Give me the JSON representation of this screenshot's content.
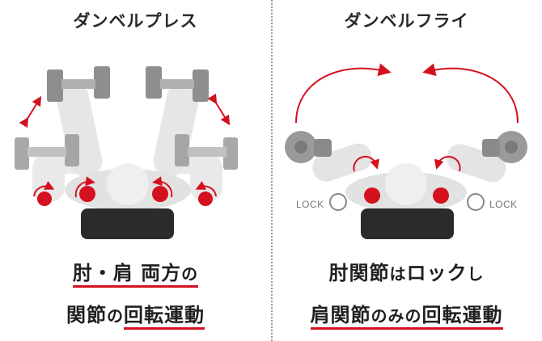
{
  "left_panel": {
    "title": "ダンベルプレス",
    "caption_line1_part1": "肘・肩",
    "caption_line1_part2": "両方",
    "caption_line1_part3": "の",
    "caption_line2_part1": "関節",
    "caption_line2_part2": "の",
    "caption_line2_part3": "回転運動"
  },
  "right_panel": {
    "title": "ダンベルフライ",
    "lock_left": "LOCK",
    "lock_right": "LOCK",
    "caption_line1_part1": "肘関節",
    "caption_line1_part2": "は",
    "caption_line1_part3": "ロック",
    "caption_line1_part4": "し",
    "caption_line2_part1": "肩関節",
    "caption_line2_part2": "のみ",
    "caption_line2_part3": "の",
    "caption_line2_part4": "回転運動"
  },
  "colors": {
    "accent_red": "#d4111e",
    "body_gray": "#e4e4e4",
    "dumbbell_gray": "#8c8c8c",
    "bench_black": "#2b2b2b"
  },
  "icons": [
    "rotation-arrow-icon",
    "joint-dot-icon",
    "dumbbell-icon",
    "lock-circle-icon"
  ]
}
